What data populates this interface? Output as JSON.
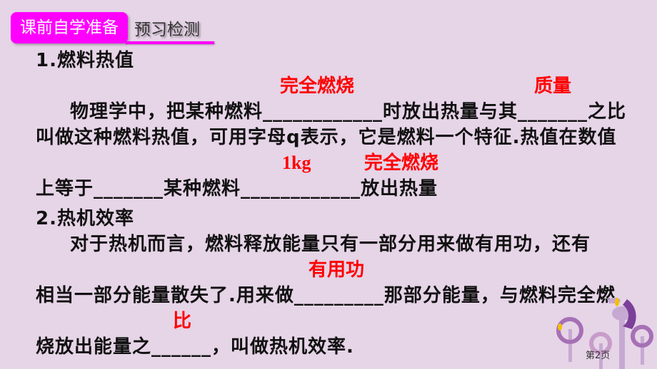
{
  "header": {
    "tag": "课前自学准备",
    "subtitle": "预习检测"
  },
  "section1": {
    "title": "1.燃料热值",
    "line1": "物理学中，把某种燃料____________时放出热量与其_______之比",
    "line2": "叫做这种燃料热值，可用字母q表示，它是燃料一个特征.热值在数值",
    "line3": "上等于_______某种燃料____________放出热量",
    "answers": [
      "完全燃烧",
      "质量",
      "1kg",
      "完全燃烧"
    ]
  },
  "section2": {
    "title": "2.热机效率",
    "line1": "对于热机而言，燃料释放能量只有一部分用来做有用功，还有",
    "line2": "相当一部分能量散失了.用来做_________那部分能量，与燃料完全燃",
    "line3": "烧放出能量之______，叫做热机效率.",
    "answers": [
      "有用功",
      "比"
    ]
  },
  "footer": {
    "page": "第2页"
  },
  "colors": {
    "accent": "#ff00ff",
    "answer": "#ff0000",
    "background": "#e6d4e7"
  }
}
